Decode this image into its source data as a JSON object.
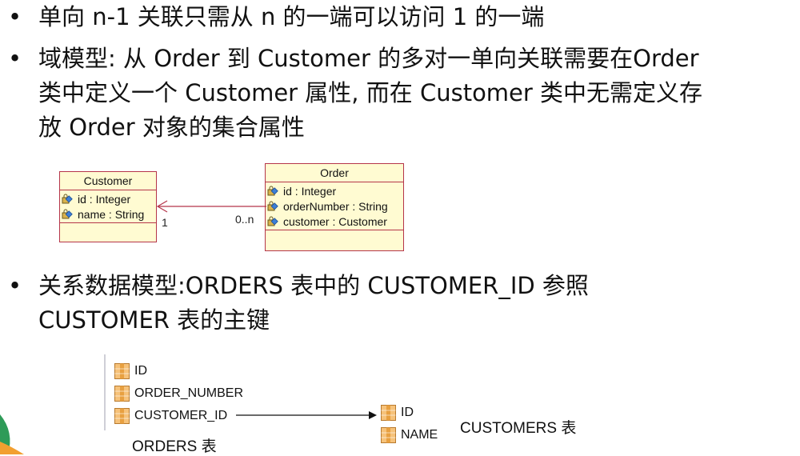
{
  "bullets": [
    {
      "lines": [
        "单向 n-1 关联只需从 n 的一端可以访问 1 的一端"
      ]
    },
    {
      "lines": [
        "域模型: 从 Order 到 Customer 的多对一单向关联需要在Order",
        "类中定义一个 Customer 属性, 而在 Customer 类中无需定义存",
        "放 Order 对象的集合属性"
      ]
    },
    {
      "lines": [
        "关系数据模型:ORDERS 表中的 CUSTOMER_ID 参照",
        "CUSTOMER 表的主键"
      ]
    }
  ],
  "bullet_symbol": "•",
  "uml": {
    "customer": {
      "name": "Customer",
      "attrs": [
        "id : Integer",
        "name : String"
      ]
    },
    "order": {
      "name": "Order",
      "attrs": [
        "id : Integer",
        "orderNumber : String",
        "customer : Customer"
      ]
    },
    "mult_customer": "1",
    "mult_order": "0..n"
  },
  "tables": {
    "orders": {
      "columns": [
        "ID",
        "ORDER_NUMBER",
        "CUSTOMER_ID"
      ],
      "caption": "ORDERS 表"
    },
    "customers": {
      "columns": [
        "ID",
        "NAME"
      ],
      "caption": "CUSTOMERS 表"
    }
  },
  "colors": {
    "uml_fill": "#fffbd2",
    "uml_border": "#b5354a",
    "column_icon": "#e8a040",
    "corner_green": "#2e9b58",
    "corner_orange": "#f2a030"
  }
}
